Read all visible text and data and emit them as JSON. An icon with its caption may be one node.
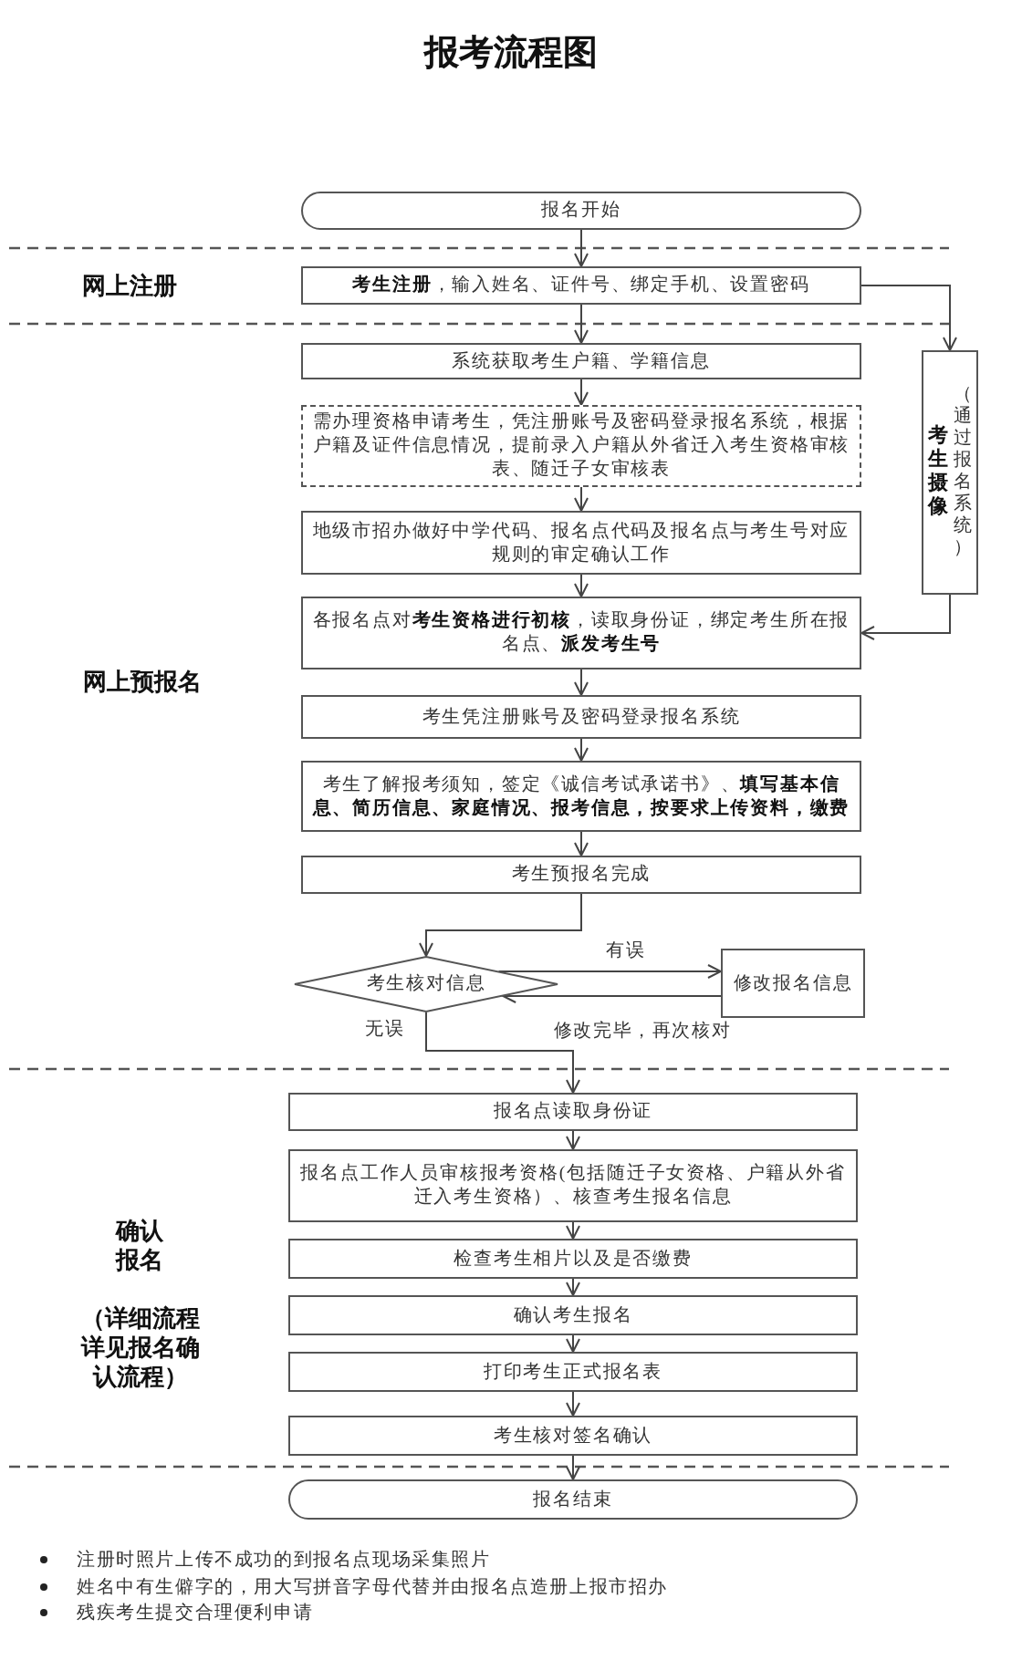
{
  "diagram": {
    "title": "报考流程图",
    "nodes": [
      {
        "text": [
          "报名开始"
        ]
      },
      {
        "text": [
          "**考生注册**，输入姓名、证件号、绑定手机、设置密码"
        ]
      },
      {
        "text": [
          "系统获取考生户籍、学籍信息"
        ]
      },
      {
        "text": [
          "考生摄像",
          "（通过报名系统）"
        ]
      },
      {
        "text": [
          "需办理资格申请考生，凭注册账号及密码登录报名系统，根据户籍及证件信息情况，提前录入户籍从外省迁入考生资格审核表、随迁子女审核表"
        ]
      },
      {
        "text": [
          "地级市招办做好中学代码、报名点代码及报名点与考生号对应规则的审定确认工作"
        ]
      },
      {
        "text": [
          "各报名点对**考生资格进行初核**，读取身份证，绑定考生所在报名点、**派发考生号**"
        ]
      },
      {
        "text": [
          "考生凭注册账号及密码登录报名系统"
        ]
      },
      {
        "text": [
          "考生了解报考须知，签定《诚信考试承诺书》、**填写基本信息、简历信息、家庭情况、报考信息，按要求上传资料，缴费**"
        ]
      },
      {
        "text": [
          "考生预报名完成"
        ]
      },
      {
        "text": [
          "考生核对信息"
        ]
      },
      {
        "text": [
          "修改报名信息"
        ]
      },
      {
        "text": [
          "报名点读取身份证"
        ]
      },
      {
        "text": [
          "报名点工作人员审核报考资格(包括随迁子女资格、户籍从外省迁入考生资格）、核查考生报名信息"
        ]
      },
      {
        "text": [
          "检查考生相片以及是否缴费"
        ]
      },
      {
        "text": [
          "确认考生报名"
        ]
      },
      {
        "text": [
          "打印考生正式报名表"
        ]
      },
      {
        "text": [
          "考生核对签名确认"
        ]
      },
      {
        "text": [
          "报名结束"
        ]
      }
    ],
    "edges": [
      {
        "from": 0,
        "to": 1,
        "arrow": "to"
      },
      {
        "from": 1,
        "to": 2,
        "arrow": "to"
      },
      {
        "from": 1,
        "to": 3,
        "arrow": "to"
      },
      {
        "from": 2,
        "to": 4,
        "arrow": "to"
      },
      {
        "from": 4,
        "to": 5,
        "arrow": "to"
      },
      {
        "from": 5,
        "to": 6,
        "arrow": "to"
      },
      {
        "from": 3,
        "to": 6,
        "arrow": "to"
      },
      {
        "from": 6,
        "to": 7,
        "arrow": "to"
      },
      {
        "from": 7,
        "to": 8,
        "arrow": "to"
      },
      {
        "from": 8,
        "to": 9,
        "arrow": "to"
      },
      {
        "from": 9,
        "to": 10,
        "arrow": "to"
      },
      {
        "from": 10,
        "to": 11,
        "arrow": "to",
        "label": "有误"
      },
      {
        "from": 11,
        "to": 10,
        "arrow": "to",
        "label": "修改完毕，再次核对"
      },
      {
        "from": 10,
        "to": 12,
        "arrow": "to",
        "label": "无误"
      },
      {
        "from": 12,
        "to": 13,
        "arrow": "to"
      },
      {
        "from": 13,
        "to": 14,
        "arrow": "to"
      },
      {
        "from": 14,
        "to": 15,
        "arrow": "to"
      },
      {
        "from": 15,
        "to": 16,
        "arrow": "to"
      },
      {
        "from": 16,
        "to": 17,
        "arrow": "to"
      },
      {
        "from": 17,
        "to": 18,
        "arrow": "to"
      }
    ],
    "labels": [
      "网上注册",
      "网上预报名",
      "确认报名",
      "（详细流程详见报名确认流程）",
      "注册时照片上传不成功的到报名点现场采集照片",
      "姓名中有生僻字的，用大写拼音字母代替并由报名点造册上报市招办",
      "残疾考生提交合理便利申请"
    ]
  }
}
